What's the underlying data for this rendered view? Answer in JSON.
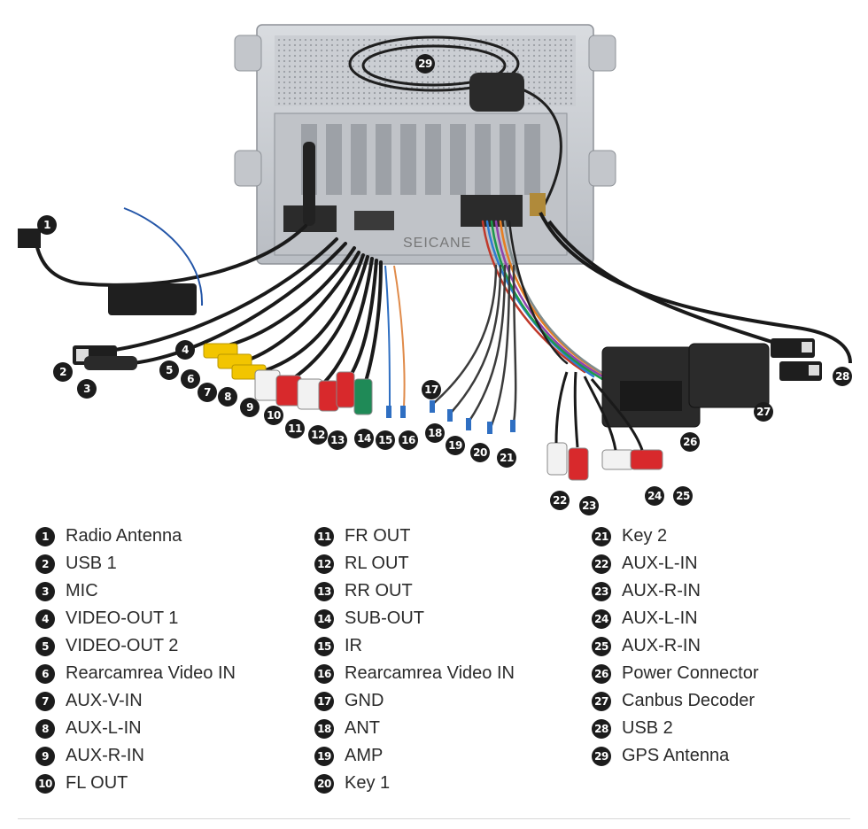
{
  "diagram": {
    "watermark": "SEICANE",
    "callouts": [
      {
        "n": "1"
      },
      {
        "n": "2"
      },
      {
        "n": "3"
      },
      {
        "n": "4"
      },
      {
        "n": "5"
      },
      {
        "n": "6"
      },
      {
        "n": "7"
      },
      {
        "n": "8"
      },
      {
        "n": "9"
      },
      {
        "n": "10"
      },
      {
        "n": "11"
      },
      {
        "n": "12"
      },
      {
        "n": "13"
      },
      {
        "n": "14"
      },
      {
        "n": "15"
      },
      {
        "n": "16"
      },
      {
        "n": "17"
      },
      {
        "n": "18"
      },
      {
        "n": "19"
      },
      {
        "n": "20"
      },
      {
        "n": "21"
      },
      {
        "n": "22"
      },
      {
        "n": "23"
      },
      {
        "n": "24"
      },
      {
        "n": "25"
      },
      {
        "n": "26"
      },
      {
        "n": "27"
      },
      {
        "n": "28"
      },
      {
        "n": "29"
      }
    ]
  },
  "legend": {
    "items": [
      {
        "n": "1",
        "label": "Radio Antenna"
      },
      {
        "n": "2",
        "label": "USB 1"
      },
      {
        "n": "3",
        "label": "MIC"
      },
      {
        "n": "4",
        "label": "VIDEO-OUT 1"
      },
      {
        "n": "5",
        "label": "VIDEO-OUT 2"
      },
      {
        "n": "6",
        "label": "Rearcamrea Video IN"
      },
      {
        "n": "7",
        "label": "AUX-V-IN"
      },
      {
        "n": "8",
        "label": "AUX-L-IN"
      },
      {
        "n": "9",
        "label": "AUX-R-IN"
      },
      {
        "n": "10",
        "label": "FL OUT"
      },
      {
        "n": "11",
        "label": "FR OUT"
      },
      {
        "n": "12",
        "label": "RL OUT"
      },
      {
        "n": "13",
        "label": "RR OUT"
      },
      {
        "n": "14",
        "label": "SUB-OUT"
      },
      {
        "n": "15",
        "label": "IR"
      },
      {
        "n": "16",
        "label": "Rearcamrea Video IN"
      },
      {
        "n": "17",
        "label": "GND"
      },
      {
        "n": "18",
        "label": "ANT"
      },
      {
        "n": "19",
        "label": "AMP"
      },
      {
        "n": "20",
        "label": "Key 1"
      },
      {
        "n": "21",
        "label": "Key 2"
      },
      {
        "n": "22",
        "label": "AUX-L-IN"
      },
      {
        "n": "23",
        "label": "AUX-R-IN"
      },
      {
        "n": "24",
        "label": "AUX-L-IN"
      },
      {
        "n": "25",
        "label": "AUX-R-IN"
      },
      {
        "n": "26",
        "label": "Power Connector"
      },
      {
        "n": "27",
        "label": "Canbus Decoder"
      },
      {
        "n": "28",
        "label": "USB 2"
      },
      {
        "n": "29",
        "label": "GPS Antenna"
      }
    ]
  }
}
